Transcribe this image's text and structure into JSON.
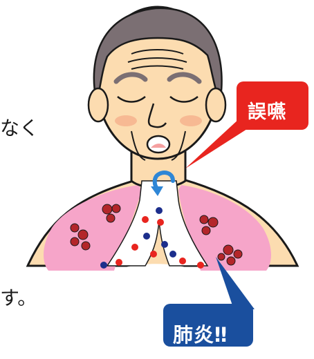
{
  "left_text": {
    "line1_fragment": "なく",
    "line2_fragment": "す。"
  },
  "callouts": {
    "aspiration": "誤嚥",
    "pneumonia": "肺炎‼"
  },
  "colors": {
    "aspiration_bubble": "#e8251f",
    "pneumonia_bubble": "#1a4f9e",
    "skin": "#fcdcb0",
    "lung": "#f6a5c9",
    "hair": "#7b6f73",
    "bacteria": "#b3262a",
    "dot_red": "#e8251f",
    "dot_blue": "#1c2e8c",
    "arrow": "#2e86d6"
  },
  "icons": {
    "arrow": "curved-arrow-icon",
    "bacteria": "bacteria-icon"
  }
}
